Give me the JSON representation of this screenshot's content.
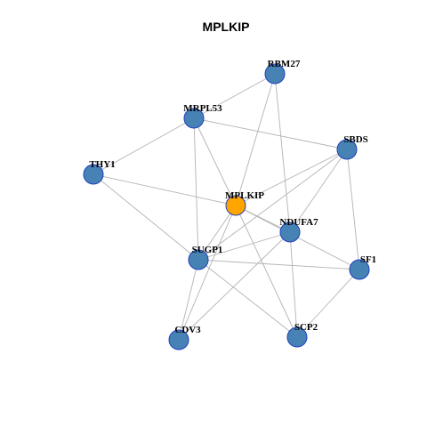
{
  "title": "MPLKIP",
  "colors": {
    "hub": "#FFA500",
    "node": "#4682B4",
    "node_border": "#1F3FBF",
    "edge": "#B3B3B3"
  },
  "nodes": [
    {
      "id": "MPLKIP",
      "label": "MPLKIP",
      "hub": true
    },
    {
      "id": "RBM27",
      "label": "RBM27",
      "hub": false
    },
    {
      "id": "MRPL53",
      "label": "MRPL53",
      "hub": false
    },
    {
      "id": "SBDS",
      "label": "SBDS",
      "hub": false
    },
    {
      "id": "THY1",
      "label": "THY1",
      "hub": false
    },
    {
      "id": "NDUFA7",
      "label": "NDUFA7",
      "hub": false
    },
    {
      "id": "SUGP1",
      "label": "SUGP1",
      "hub": false
    },
    {
      "id": "SF1",
      "label": "SF1",
      "hub": false
    },
    {
      "id": "CDV3",
      "label": "CDV3",
      "hub": false
    },
    {
      "id": "SCP2",
      "label": "SCP2",
      "hub": false
    }
  ],
  "edges": [
    [
      "RBM27",
      "MRPL53"
    ],
    [
      "RBM27",
      "MPLKIP"
    ],
    [
      "RBM27",
      "NDUFA7"
    ],
    [
      "MRPL53",
      "THY1"
    ],
    [
      "MRPL53",
      "SBDS"
    ],
    [
      "MRPL53",
      "MPLKIP"
    ],
    [
      "MRPL53",
      "SUGP1"
    ],
    [
      "THY1",
      "MPLKIP"
    ],
    [
      "THY1",
      "SUGP1"
    ],
    [
      "SBDS",
      "MPLKIP"
    ],
    [
      "SBDS",
      "NDUFA7"
    ],
    [
      "SBDS",
      "SF1"
    ],
    [
      "SBDS",
      "SUGP1"
    ],
    [
      "MPLKIP",
      "NDUFA7"
    ],
    [
      "MPLKIP",
      "SUGP1"
    ],
    [
      "MPLKIP",
      "CDV3"
    ],
    [
      "MPLKIP",
      "SCP2"
    ],
    [
      "MPLKIP",
      "SF1"
    ],
    [
      "NDUFA7",
      "SUGP1"
    ],
    [
      "NDUFA7",
      "SCP2"
    ],
    [
      "NDUFA7",
      "CDV3"
    ],
    [
      "SUGP1",
      "SF1"
    ],
    [
      "SUGP1",
      "CDV3"
    ],
    [
      "SUGP1",
      "SCP2"
    ],
    [
      "SF1",
      "SCP2"
    ]
  ]
}
